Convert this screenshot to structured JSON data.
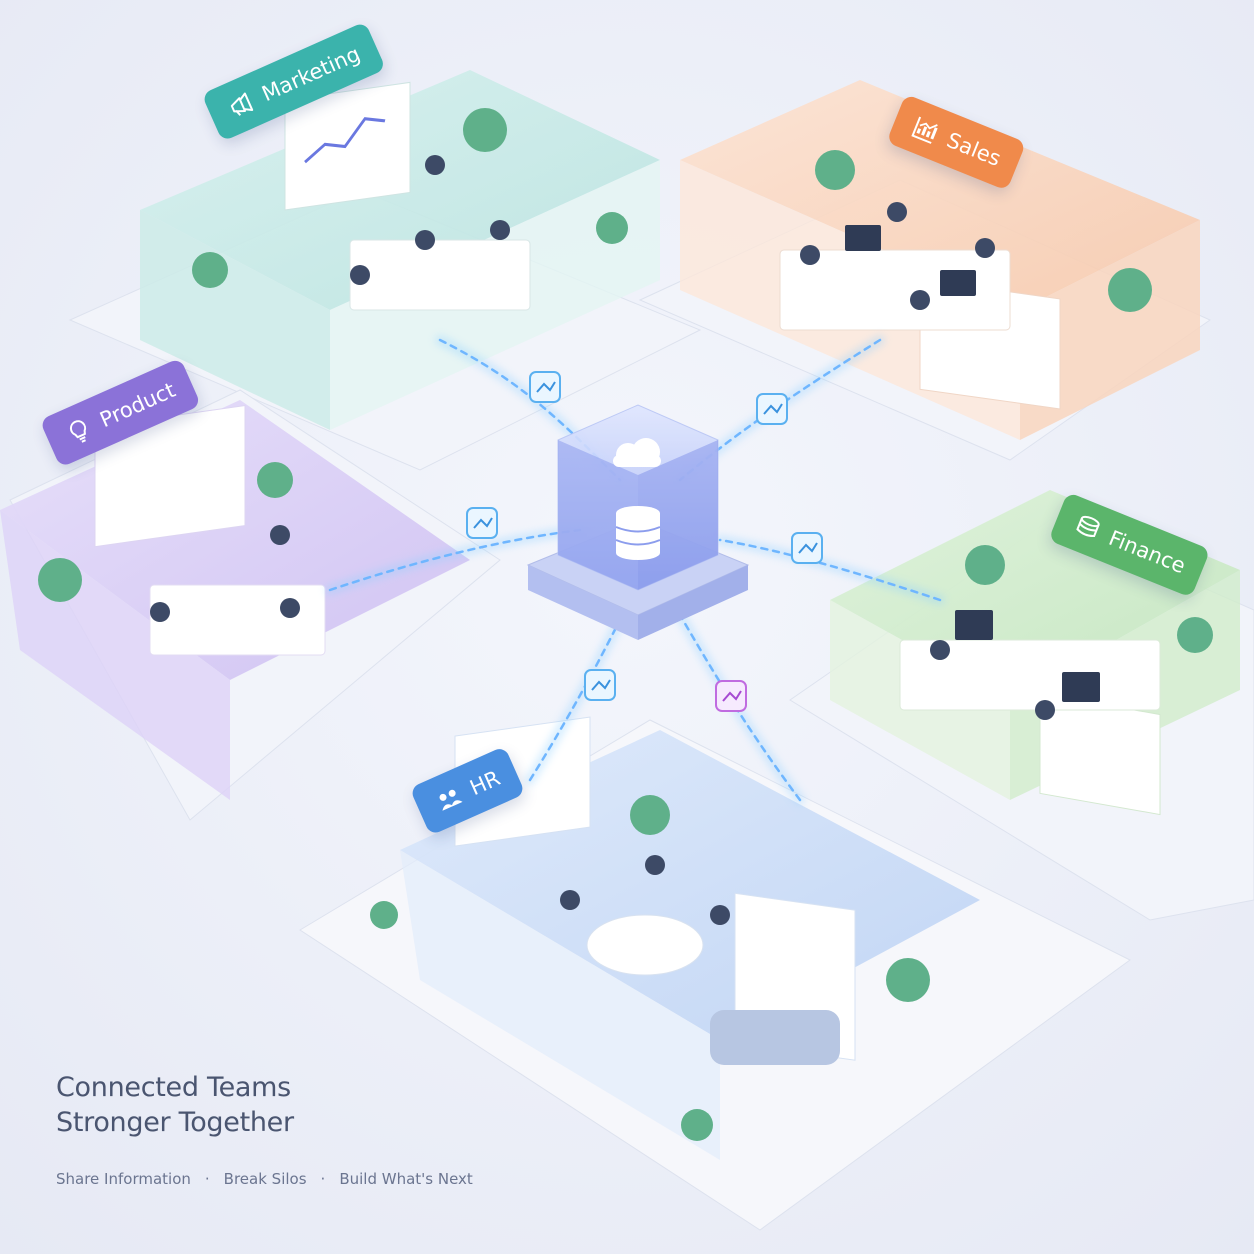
{
  "departments": {
    "marketing": {
      "label": "Marketing",
      "color": "#3bb3ac",
      "icon": "megaphone-icon"
    },
    "sales": {
      "label": "Sales",
      "color": "#f08a4b",
      "icon": "chart-icon"
    },
    "product": {
      "label": "Product",
      "color": "#8b72d8",
      "icon": "lightbulb-icon"
    },
    "finance": {
      "label": "Finance",
      "color": "#5bb56b",
      "icon": "coins-icon"
    },
    "hr": {
      "label": "HR",
      "color": "#4a8fe0",
      "icon": "people-icon"
    }
  },
  "hub": {
    "icon": "cloud-database-icon",
    "color": "#7a8df0"
  },
  "caption": {
    "headline_1": "Connected Teams",
    "headline_2": "Stronger Together",
    "tagline_1": "Share Information",
    "separator": "·",
    "tagline_2": "Break Silos",
    "tagline_3": "Build What's Next"
  }
}
